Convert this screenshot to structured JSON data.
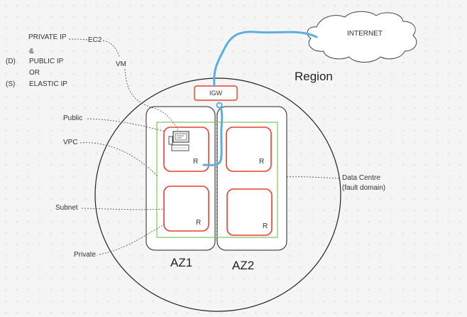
{
  "left_notes": {
    "private_ip": "PRIVATE IP",
    "ec2": "EC2",
    "amp": "&",
    "d": "(D)",
    "public_ip": "PUBLIC IP",
    "vm": "VM",
    "or": "OR",
    "s": "(S)",
    "elastic_ip": "ELASTIC IP"
  },
  "internet": "INTERNET",
  "region": "Region",
  "igw": "IGW",
  "callouts": {
    "public": "Public",
    "vpc": "VPC",
    "subnet": "Subnet",
    "private": "Private",
    "data_centre_1": "Data Centre",
    "data_centre_2": "(fault domain)"
  },
  "router_label": "R",
  "az1": "AZ1",
  "az2": "AZ2",
  "colors": {
    "subnet_border": "#e8412c",
    "vpc_border": "#7dc45c",
    "cable": "#5aaee0",
    "igw_border": "#e8412c"
  }
}
